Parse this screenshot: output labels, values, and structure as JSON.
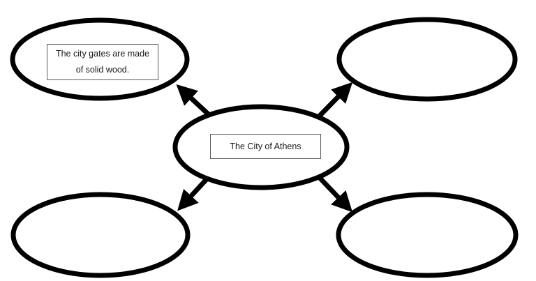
{
  "diagram": {
    "type": "concept-map",
    "center_node": {
      "id": "center",
      "label": "The City of Athens"
    },
    "branch_nodes": [
      {
        "id": "top-left",
        "label": "The city gates are made of solid wood."
      },
      {
        "id": "top-right",
        "label": ""
      },
      {
        "id": "bottom-left",
        "label": ""
      },
      {
        "id": "bottom-right",
        "label": ""
      }
    ],
    "connectors": [
      {
        "from": "center",
        "to": "top-left",
        "arrowhead": "to"
      },
      {
        "from": "center",
        "to": "top-right",
        "arrowhead": "to"
      },
      {
        "from": "center",
        "to": "bottom-left",
        "arrowhead": "to"
      },
      {
        "from": "center",
        "to": "bottom-right",
        "arrowhead": "to"
      }
    ],
    "colors": {
      "shape_stroke": "#000000",
      "label_box_border": "#595959",
      "background": "#ffffff"
    }
  }
}
